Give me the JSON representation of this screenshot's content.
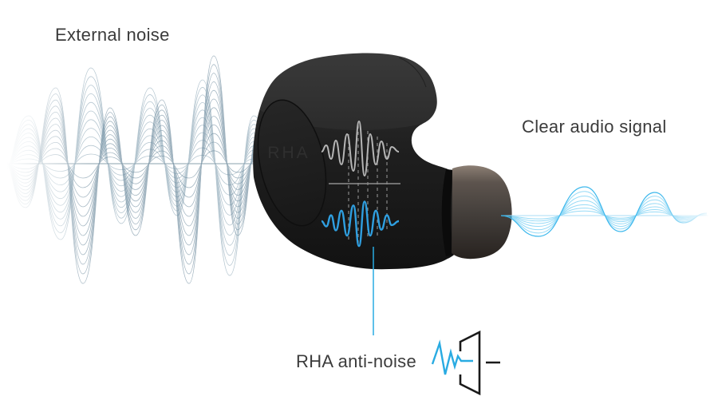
{
  "labels": {
    "external_noise": "External noise",
    "clear_audio": "Clear audio signal",
    "anti_noise": "RHA anti-noise"
  },
  "earbud": {
    "logo_text": "RHA"
  },
  "icons": {
    "external_noise_wave": "layered-noise-wave-icon",
    "original_noise_wave": "gray-wave-packet-icon",
    "anti_noise_wave": "blue-inverted-wave-icon",
    "clear_audio_wave": "blue-sine-wave-icon",
    "anti_noise_zigzag": "zigzag-waveform-icon",
    "speaker": "speaker-icon"
  },
  "colors": {
    "background": "#ffffff",
    "text": "#3b3b3b",
    "accent_blue": "#29abe2",
    "clear_signal_blue": "#41bdf0",
    "noise_line_blue_gray": "#56788e",
    "on_body_gray_wave": "#b5b5b5",
    "earbud_body_black": "#1f1f1f",
    "ear_tip_gray": "#4a413c",
    "icon_black": "#1a1a1a"
  }
}
